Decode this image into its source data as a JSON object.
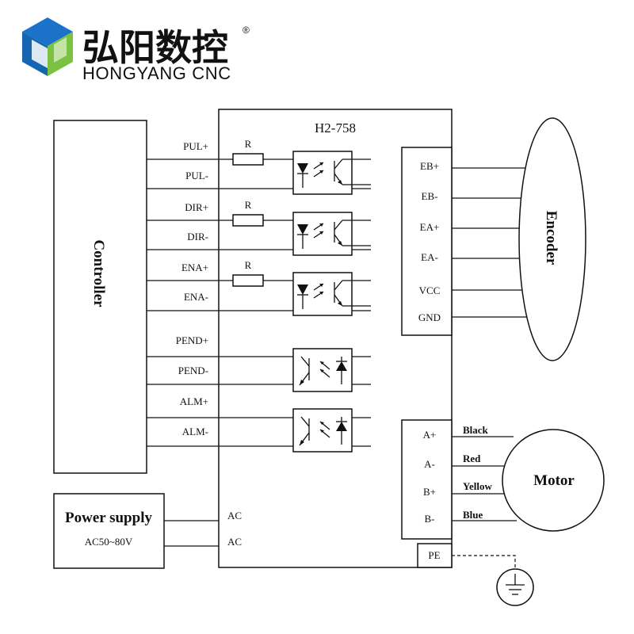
{
  "brand": {
    "name_cn": "弘阳数控",
    "name_en": "HONGYANG CNC",
    "registered": "®",
    "logo_color_blue": "#1a73c8",
    "logo_color_green": "#7cc242"
  },
  "driver": {
    "model": "H2-758",
    "resistor_label": "R",
    "inputs": [
      "PUL+",
      "PUL-",
      "DIR+",
      "DIR-",
      "ENA+",
      "ENA-"
    ],
    "outputs": [
      "PEND+",
      "PEND-",
      "ALM+",
      "ALM-"
    ],
    "power_terminals": [
      "AC",
      "AC"
    ]
  },
  "controller": {
    "label": "Controller"
  },
  "power_supply": {
    "title": "Power supply",
    "spec": "AC50~80V"
  },
  "encoder": {
    "label": "Encoder",
    "pins": [
      "EB+",
      "EB-",
      "EA+",
      "EA-",
      "VCC",
      "GND"
    ]
  },
  "motor": {
    "label": "Motor",
    "pins": [
      "A+",
      "A-",
      "B+",
      "B-"
    ],
    "wires": [
      "Black",
      "Red",
      "Yellow",
      "Blue"
    ]
  },
  "ground": {
    "label": "PE",
    "icon": "ground-icon"
  }
}
